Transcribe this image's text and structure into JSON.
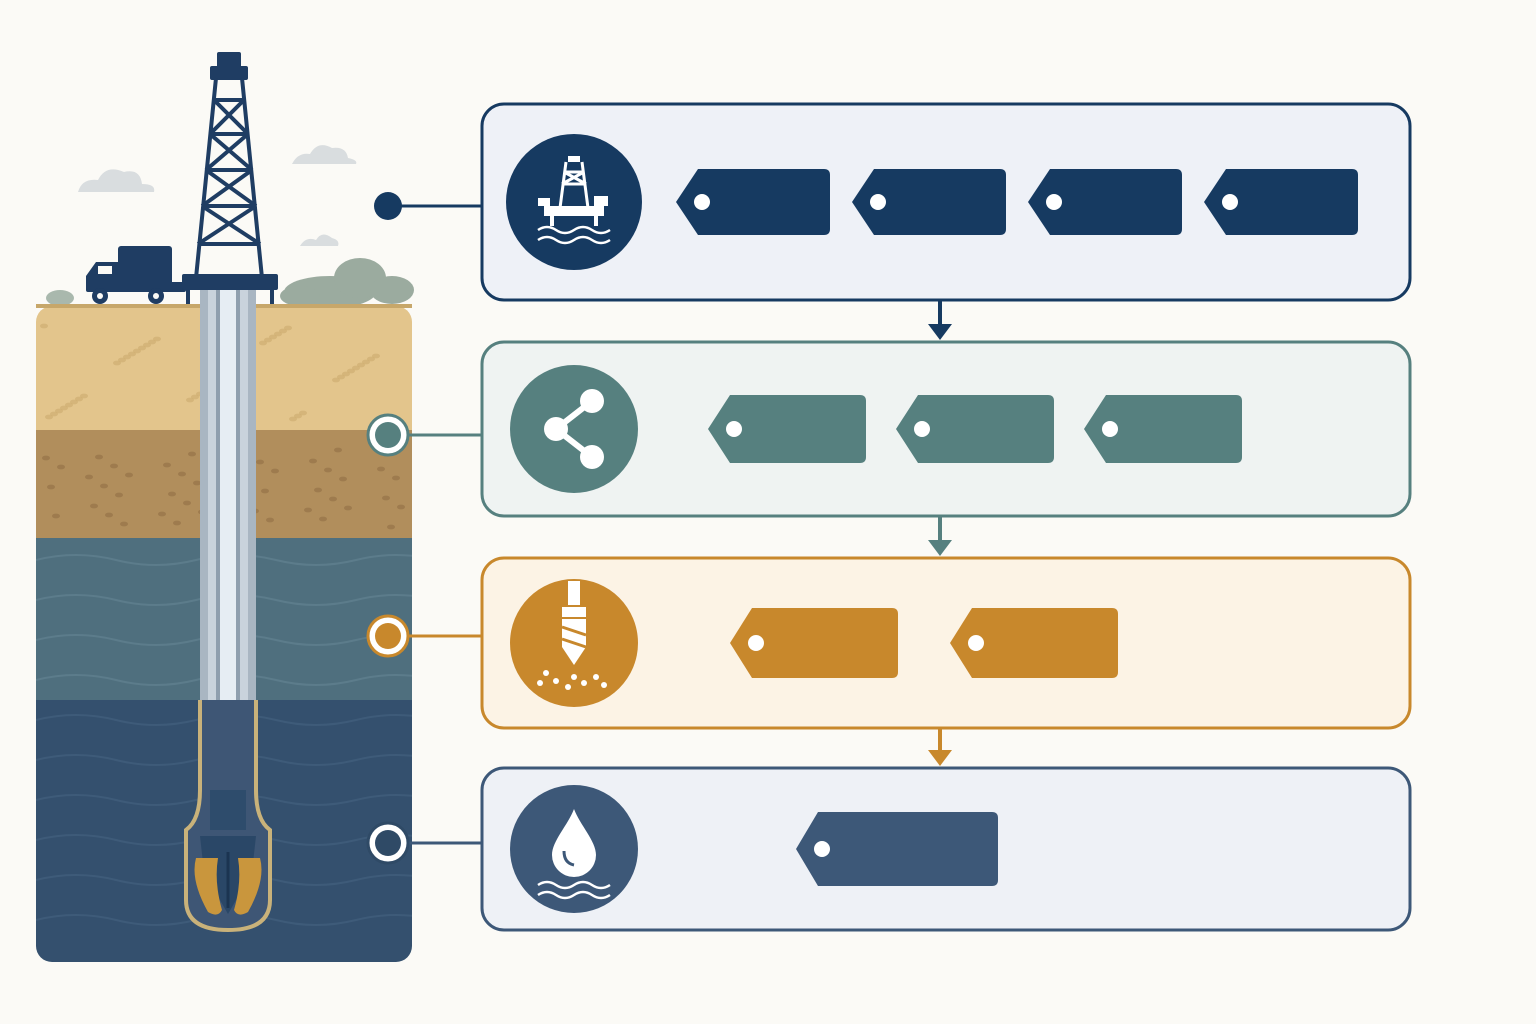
{
  "colors": {
    "background": "#fbfaf6",
    "navy": "#163a61",
    "teal": "#56807f",
    "amber": "#c8882c",
    "slate": "#3d5878",
    "sand": "#e3c58c",
    "soil": "#b18e5c",
    "shale": "#4f6f7e",
    "deep_rock": "#34506e"
  },
  "strata": [
    {
      "name": "topsoil-layer",
      "color": "#e3c58c"
    },
    {
      "name": "clay-layer",
      "color": "#b18e5c"
    },
    {
      "name": "shale-layer",
      "color": "#4f6f7e"
    },
    {
      "name": "reservoir-layer",
      "color": "#34506e"
    }
  ],
  "stages": [
    {
      "name": "rig-stage",
      "icon": "offshore-rig-icon",
      "accent": "#163a61",
      "panel_fill": "#eef1f7",
      "tag_count": 4
    },
    {
      "name": "network-stage",
      "icon": "share-network-icon",
      "accent": "#56807f",
      "panel_fill": "#eff3f2",
      "tag_count": 3
    },
    {
      "name": "drilling-stage",
      "icon": "drill-bit-icon",
      "accent": "#c8882c",
      "panel_fill": "#fcf3e5",
      "tag_count": 2
    },
    {
      "name": "oil-stage",
      "icon": "oil-drop-icon",
      "accent": "#3d5878",
      "panel_fill": "#eef1f6",
      "tag_count": 1
    }
  ]
}
